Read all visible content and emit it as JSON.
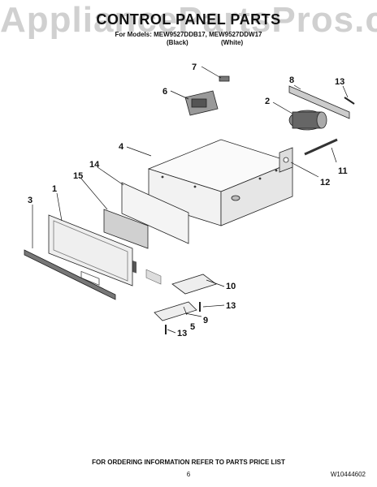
{
  "watermark": "AppliancePartsPros.com",
  "title": "CONTROL PANEL PARTS",
  "models_line": "For Models: MEW9527DDB17, MEW9527DDW17",
  "color_black": "(Black)",
  "color_white": "(White)",
  "callouts": {
    "c1": "1",
    "c2": "2",
    "c3": "3",
    "c4": "4",
    "c5": "5",
    "c6": "6",
    "c7": "7",
    "c8": "8",
    "c9": "9",
    "c10": "10",
    "c11": "11",
    "c12": "12",
    "c13a": "13",
    "c13b": "13",
    "c13c": "13",
    "c14": "14",
    "c15": "15"
  },
  "footer_note": "FOR ORDERING INFORMATION REFER TO PARTS PRICE LIST",
  "page_number": "6",
  "doc_number": "W10444602"
}
